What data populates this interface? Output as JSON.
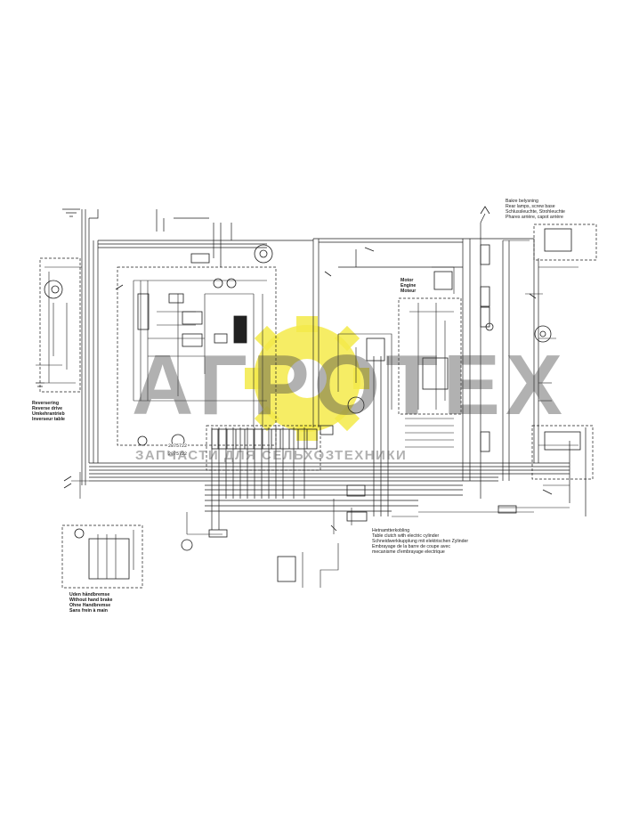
{
  "watermark": {
    "brand": "АГРОТЕХ",
    "tagline": "ЗАПЧАСТИ ДЛЯ СЕЛЬХОЗТЕХНИКИ",
    "sun_color": "#f4ea4a",
    "text_color": "#5a5a5a"
  },
  "labels": {
    "reversing": [
      "Reversering",
      "Reverse drive",
      "Umkehrantrieb",
      "Inverseur table"
    ],
    "engine": [
      "Motor",
      "Engine",
      "Moteur"
    ],
    "rear_lights": [
      "Bakre belysning",
      "Rear lamps, screw base",
      "Schlussleuchte, Strohleuchte",
      "Phares arrière, capot arrière"
    ],
    "table_clutch": [
      "Hetnamtterkobling",
      "Table clutch with electric cylinder",
      "Schneidwerkkupplung mit elektrischen Zylinder",
      "Embrayage de la barre de coupe avec",
      "mecanisme d'embrayage electrique"
    ],
    "without_handbrake": [
      "Uden håndbremse",
      "Without hand brake",
      "Ohne Handbremse",
      "Sans frein à main"
    ]
  },
  "part_codes": {
    "code_a": "2875722",
    "code_b": "2875722"
  }
}
